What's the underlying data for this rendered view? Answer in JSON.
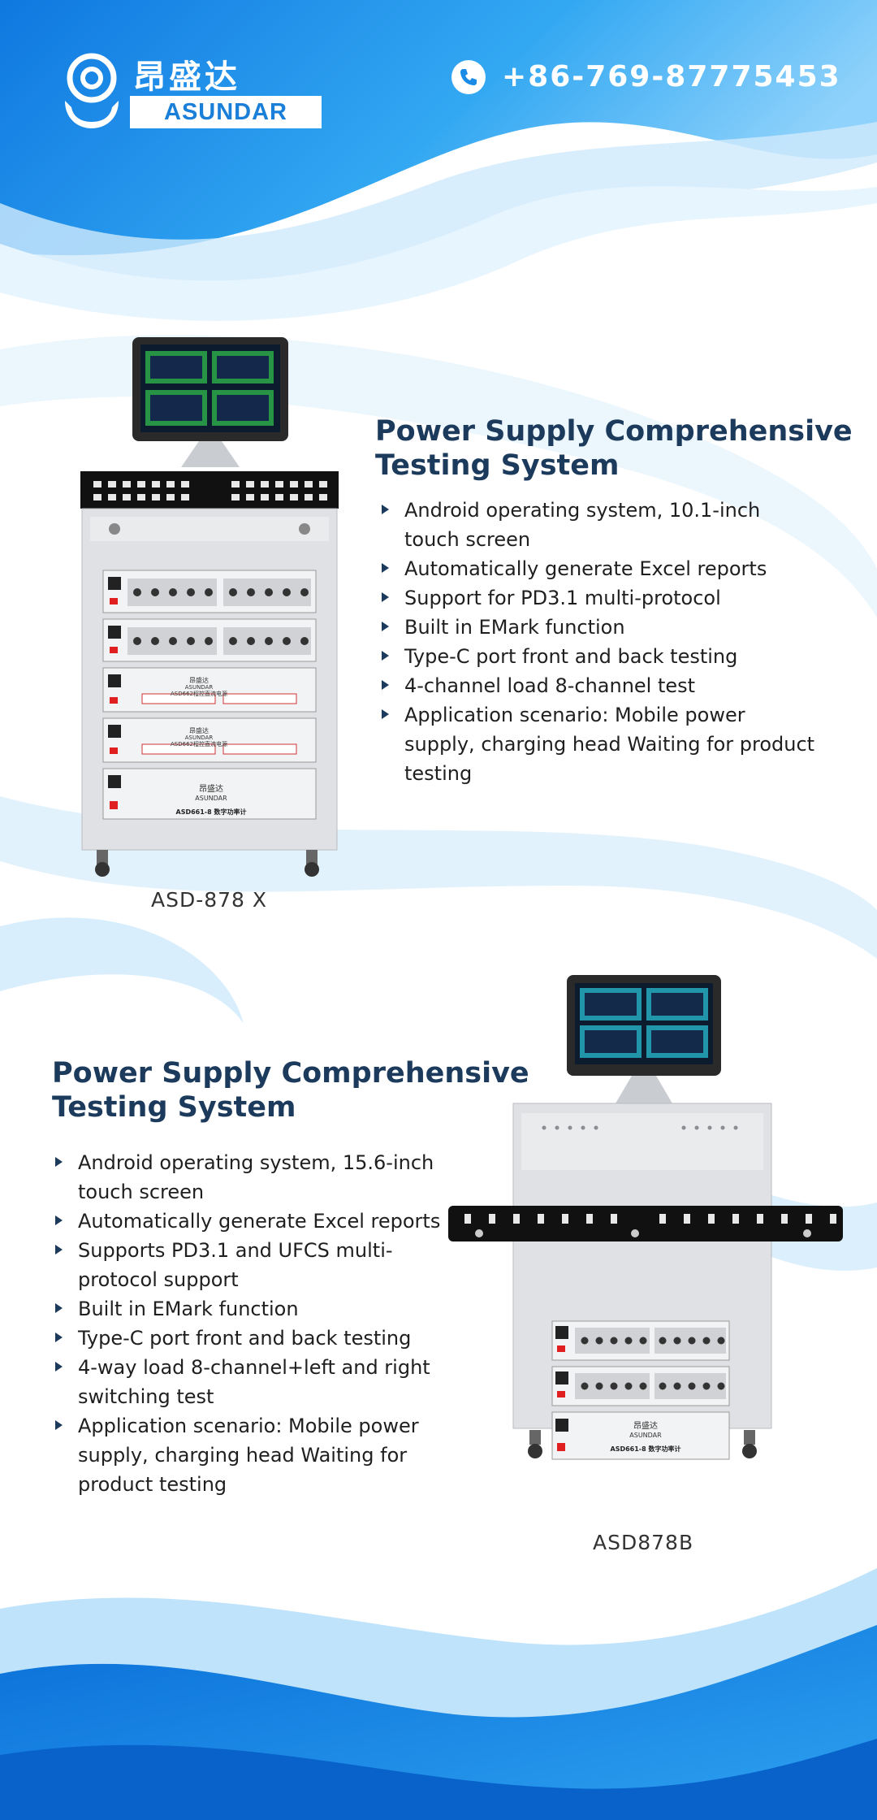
{
  "brand": {
    "name_cn": "昂盛达",
    "name_en": "ASUNDAR",
    "phone": "+86-769-87775453"
  },
  "products": [
    {
      "title_line1": "Power Supply Comprehensive",
      "title_line2": "Testing System",
      "features": [
        "Android operating system, 10.1-inch touch screen",
        "Automatically generate Excel reports",
        "Support for PD3.1 multi-protocol",
        "Built in EMark function",
        "Type-C port front and back testing",
        "4-channel load 8-channel test",
        "Application scenario: Mobile power supply, charging head Waiting for product testing"
      ],
      "model": "ASD-878 X",
      "cabinet_labels": {
        "brand_cn": "昂盛达",
        "brand_en": "ASUNDAR",
        "unit_a": "ASD662程控直流电源",
        "unit_b": "ASD661-8  数字功率计"
      }
    },
    {
      "title_line1": "Power Supply Comprehensive",
      "title_line2": "Testing System",
      "features": [
        "Android operating system, 15.6-inch touch screen",
        "Automatically generate Excel reports",
        "Supports PD3.1 and UFCS multi-protocol support",
        "Built in EMark function",
        "Type-C port front and back testing",
        "4-way load 8-channel+left and right switching test",
        "Application scenario: Mobile power supply, charging head Waiting for product testing"
      ],
      "model": "ASD878B",
      "cabinet_labels": {
        "brand_cn": "昂盛达",
        "brand_en": "ASUNDAR",
        "unit_b": "ASD661-8  数字功率计"
      }
    }
  ],
  "colors": {
    "accent_blue": "#1a8be6",
    "title_navy": "#1b3a5c",
    "text": "#1f1f1f"
  }
}
